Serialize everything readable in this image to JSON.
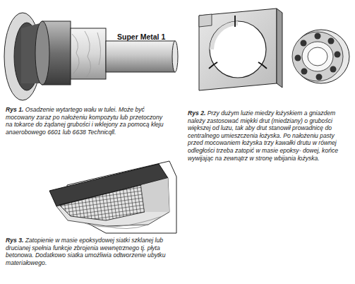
{
  "diagram": {
    "labels": [
      "Super Metal 1",
      "Rys 1.",
      "Osadzenie wytartego wału w tulei. Może być mocowany zaraz po nałożeniu kompozytu lub przetoczony na tokarce do żądanej grubości i wklejony za pomocą kleju anaerobowego 6601 lub 6638 Technicqll.",
      "Rys 2.",
      "Przy dużym luzie miedzy łożyskiem a gniazdem należy zastosować miękki drut (miedziany) o grubości większej od luzu, tak aby drut stanowił prowadnicę do centralnego umieszczenia łożyska. Po nałożeniu pasty przed mocowaniem łożyska trzy kawałki drutu w równej odległości trzeba zatopić w masie epoksy- dowej, końce wywijając na zewnątrz w stronę wbijania łożyska.",
      "Rys 3.",
      "Zatopienie w masie epoksydowej siatki szklanej lub drucianej spełnia funkcje zbrojenia wewnętrznego tj. płyta betonowa. Dodatkowo siatka umożliwia odtworzenie ubytku materiałowego."
    ]
  }
}
